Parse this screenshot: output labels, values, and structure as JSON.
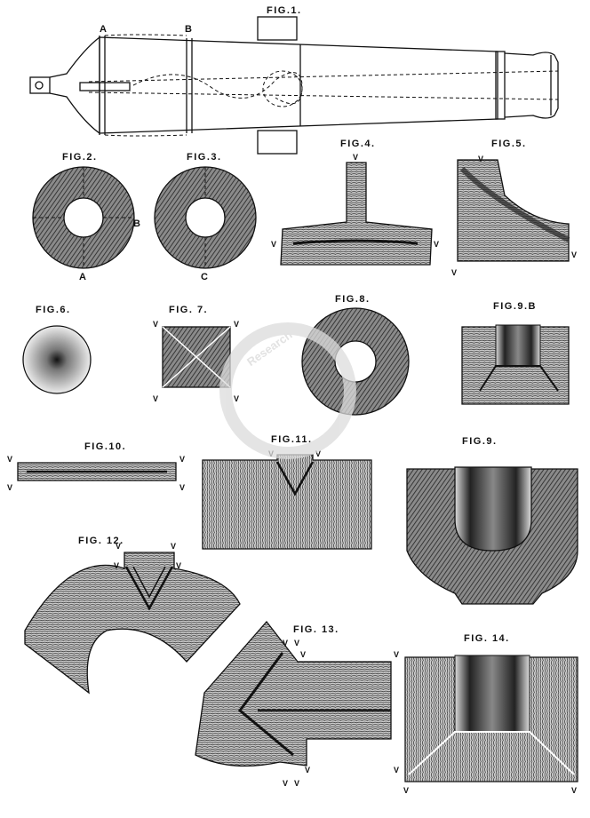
{
  "figures": {
    "fig1": "FIG.1.",
    "fig2": "FIG.2.",
    "fig3": "FIG.3.",
    "fig4": "FIG.4.",
    "fig5": "FIG.5.",
    "fig6": "FIG.6.",
    "fig7": "FIG. 7.",
    "fig8": "FIG.8.",
    "fig9b": "FIG.9.B",
    "fig9": "FIG.9.",
    "fig10": "FIG.10.",
    "fig11": "FIG.11.",
    "fig12": "FIG. 12.",
    "fig13": "FIG. 13.",
    "fig14": "FIG. 14."
  },
  "markers": {
    "a": "A",
    "b": "B",
    "c": "C",
    "v": "V"
  },
  "watermark": {
    "text": "Research"
  }
}
